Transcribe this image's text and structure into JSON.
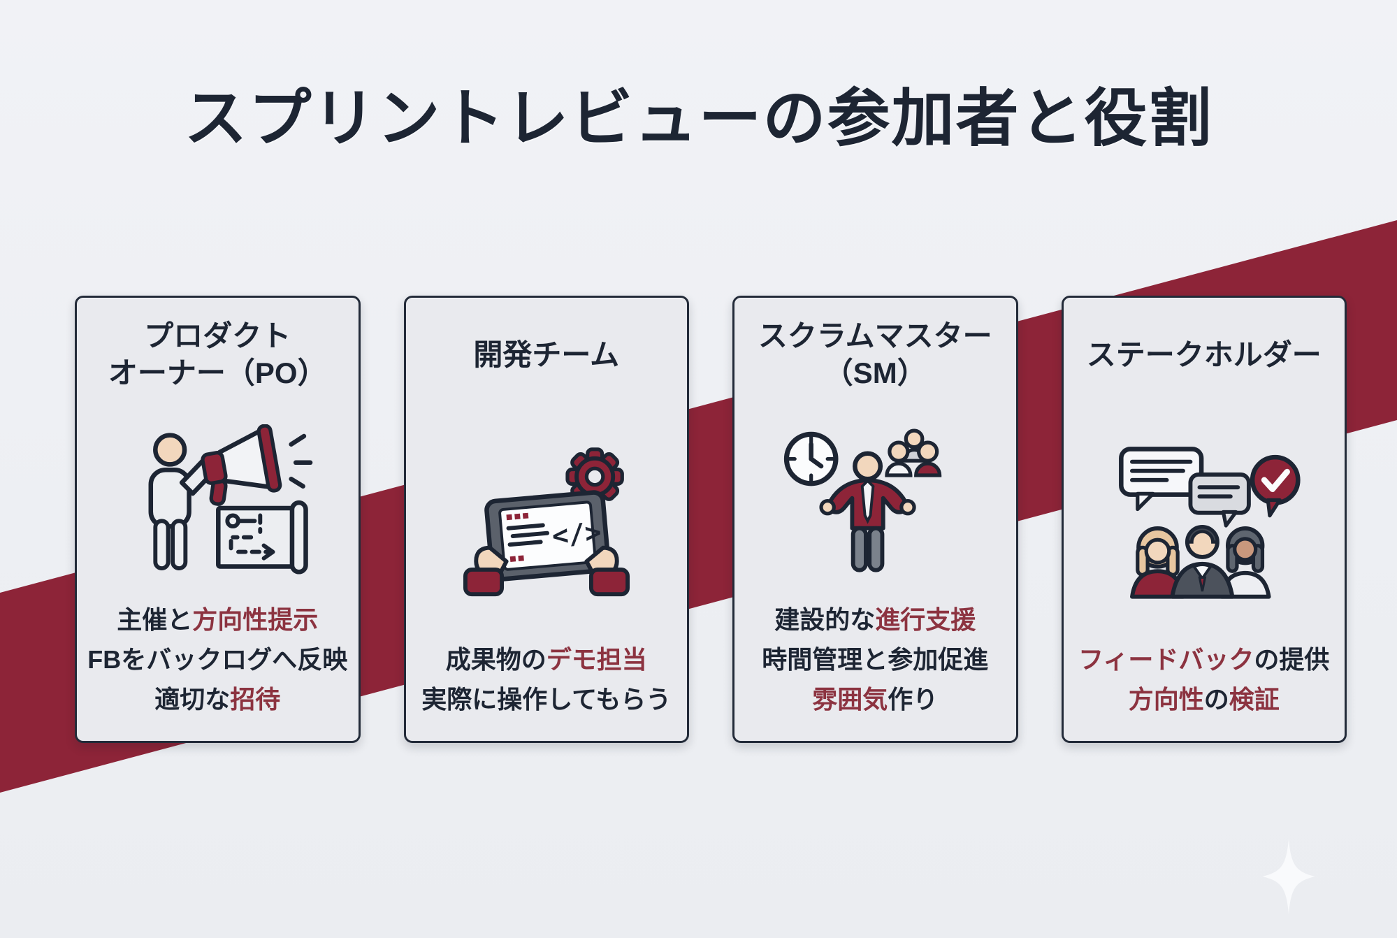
{
  "page": {
    "title": "スプリントレビューの参加者と役割"
  },
  "colors": {
    "accent": "#8d2438",
    "accent_text": "#8c3340",
    "dark_text": "#1d2533",
    "card_bg": "#e9eaee",
    "card_border": "#232b39",
    "page_bg": "#eef0f4",
    "skin": "#f2d7bd",
    "sparkle": "#fafbfd"
  },
  "decor": {
    "band": "diagonal-maroon-ribbon",
    "sparkle": "four-point-star-icon"
  },
  "cards": [
    {
      "id": "product-owner",
      "icon": "person-megaphone-roadmap-icon",
      "title_lines": [
        "プロダクト",
        "オーナー（PO）"
      ],
      "body": [
        {
          "segments": [
            {
              "text": "主催と",
              "color": "dark"
            },
            {
              "text": "方向性提示",
              "color": "accent"
            }
          ]
        },
        {
          "segments": [
            {
              "text": "FBをバックログへ反映",
              "color": "dark"
            }
          ]
        },
        {
          "segments": [
            {
              "text": "適切な",
              "color": "dark"
            },
            {
              "text": "招待",
              "color": "accent"
            }
          ]
        }
      ]
    },
    {
      "id": "dev-team",
      "icon": "hands-tablet-code-gear-icon",
      "title_lines": [
        "開発チーム"
      ],
      "body": [
        {
          "segments": [
            {
              "text": "成果物の",
              "color": "dark"
            },
            {
              "text": "デモ担当",
              "color": "accent"
            }
          ]
        },
        {
          "segments": [
            {
              "text": "実際に操作してもらう",
              "color": "dark"
            }
          ]
        }
      ]
    },
    {
      "id": "scrum-master",
      "icon": "facilitator-clock-team-icon",
      "title_lines": [
        "スクラムマスター",
        "（SM）"
      ],
      "body": [
        {
          "segments": [
            {
              "text": "建設的な",
              "color": "dark"
            },
            {
              "text": "進行支援",
              "color": "accent"
            }
          ]
        },
        {
          "segments": [
            {
              "text": "時間管理と参加促進",
              "color": "dark"
            }
          ]
        },
        {
          "segments": [
            {
              "text": "雰囲気",
              "color": "accent"
            },
            {
              "text": "作り",
              "color": "dark"
            }
          ]
        }
      ]
    },
    {
      "id": "stakeholder",
      "icon": "people-chat-check-icon",
      "title_lines": [
        "ステークホルダー"
      ],
      "body": [
        {
          "segments": [
            {
              "text": "フィードバック",
              "color": "accent"
            },
            {
              "text": "の提供",
              "color": "dark"
            }
          ]
        },
        {
          "segments": [
            {
              "text": "方向性",
              "color": "accent"
            },
            {
              "text": "の",
              "color": "dark"
            },
            {
              "text": "検証",
              "color": "accent"
            }
          ]
        }
      ]
    }
  ]
}
